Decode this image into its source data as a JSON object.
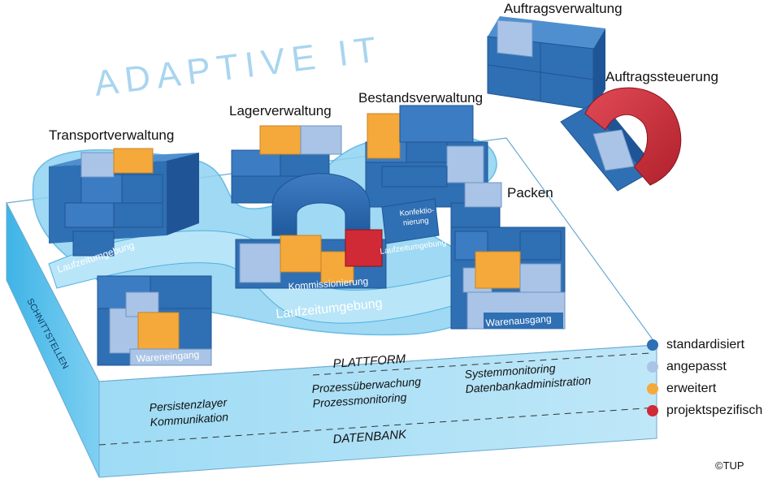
{
  "header": {
    "title": "ADAPTIVE IT"
  },
  "modules": {
    "transport": "Transportverwaltung",
    "lager": "Lagerverwaltung",
    "bestand": "Bestandsverwaltung",
    "auftrag": "Auftragsverwaltung",
    "steuerung": "Auftragssteuerung",
    "packen": "Packen",
    "konfektionierung": "Konfektio-\nnierung",
    "kommissionierung": "Kommissionierung",
    "wareneingang": "Wareneingang",
    "warenausgang": "Warenausgang"
  },
  "runtime": {
    "left": "Laufzeitumgebung",
    "center": "Laufzeitumgebung",
    "right": "Laufzeitumgebung"
  },
  "platform": {
    "side_label": "SCHNITTSTELLEN",
    "title": "PLATTFORM",
    "col1_line1": "Persistenzlayer",
    "col1_line2": "Kommunikation",
    "col2_line1": "Prozessüberwachung",
    "col2_line2": "Prozessmonitoring",
    "col3_line1": "Systemmonitoring",
    "col3_line2": "Datenbankadministration",
    "database": "DATENBANK"
  },
  "legend": [
    {
      "label": "standardisiert",
      "color": "#2f6fb3"
    },
    {
      "label": "angepasst",
      "color": "#a9c4e6"
    },
    {
      "label": "erweitert",
      "color": "#f5a93b"
    },
    {
      "label": "projektspezifisch",
      "color": "#cf2a36"
    }
  ],
  "copyright": "©TUP"
}
